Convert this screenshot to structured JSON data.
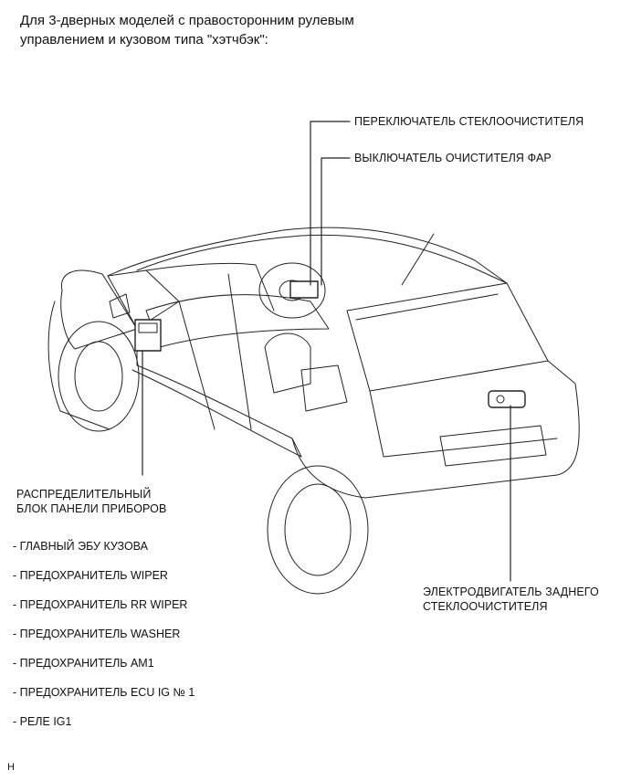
{
  "heading": {
    "line1": "Для 3-дверных моделей с правосторонним рулевым",
    "line2": "управлением и кузовом типа \"хэтчбэк\":"
  },
  "callouts": {
    "wiper_switch": "ПЕРЕКЛЮЧАТЕЛЬ СТЕКЛООЧИСТИТЕЛЯ",
    "headlamp_cleaner_switch": "ВЫКЛЮЧАТЕЛЬ ОЧИСТИТЕЛЯ ФАР",
    "junction_block_line1": "РАСПРЕДЕЛИТЕЛЬНЫЙ",
    "junction_block_line2": "БЛОК ПАНЕЛИ ПРИБОРОВ",
    "rear_wiper_motor_line1": "ЭЛЕКТРОДВИГАТЕЛЬ ЗАДНЕГО",
    "rear_wiper_motor_line2": "СТЕКЛООЧИСТИТЕЛЯ"
  },
  "junction_items": [
    "- ГЛАВНЫЙ ЭБУ КУЗОВА",
    "- ПРЕДОХРАНИТЕЛЬ WIPER",
    "- ПРЕДОХРАНИТЕЛЬ RR WIPER",
    "- ПРЕДОХРАНИТЕЛЬ WASHER",
    "- ПРЕДОХРАНИТЕЛЬ AM1",
    "- ПРЕДОХРАНИТЕЛЬ ECU IG № 1",
    "- РЕЛЕ IG1"
  ],
  "corner_mark": "H"
}
